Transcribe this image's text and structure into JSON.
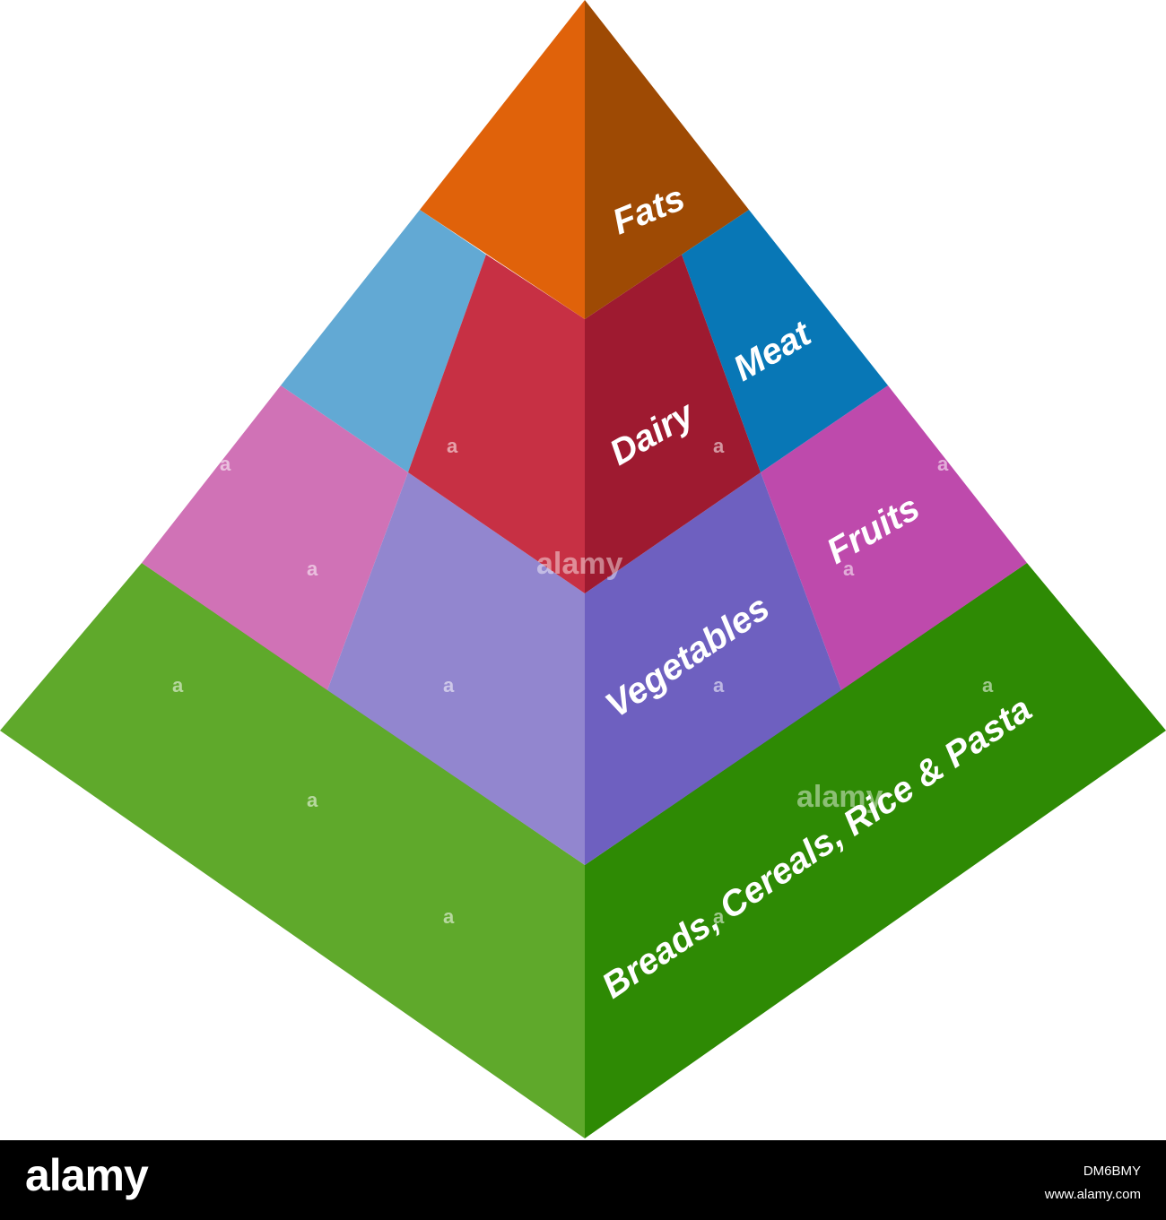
{
  "diagram": {
    "layers": [
      {
        "id": "fats",
        "label": "Fats",
        "left_color": "#e0620a",
        "right_color": "#9e4a04"
      },
      {
        "id": "dairy",
        "label": "Dairy",
        "left_color": "#c73044",
        "right_color": "#9e1a30"
      },
      {
        "id": "meat",
        "label": "Meat",
        "left_color": "#62a9d4",
        "right_color": "#0877b6"
      },
      {
        "id": "vegetables",
        "label": "Vegetables",
        "left_color": "#9286cf",
        "right_color": "#6e60c0"
      },
      {
        "id": "fruits",
        "label": "Fruits",
        "left_color": "#d072b6",
        "right_color": "#be4aac"
      },
      {
        "id": "breads",
        "label": "Breads, Cereals, Rice & Pasta",
        "left_color": "#5fa92b",
        "right_color": "#2e8a04"
      }
    ]
  },
  "watermark": {
    "mark": "a",
    "word": "alamy"
  },
  "footer": {
    "logo": "alamy",
    "image_id": "DM6BMY",
    "url": "www.alamy.com"
  }
}
